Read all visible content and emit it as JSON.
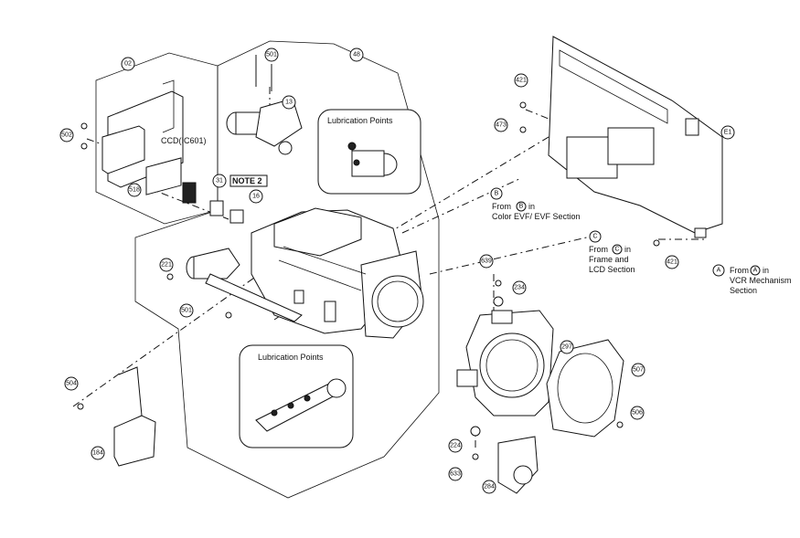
{
  "callouts": {
    "p02": "02",
    "p501a": "501",
    "p48": "48",
    "p13": "13",
    "p502": "502",
    "p518": "518",
    "p31": "31",
    "p16": "16",
    "p221": "221",
    "p501b": "501",
    "p42a": "421",
    "p42b": "421",
    "p473": "473",
    "pE1": "E1",
    "p639": "639",
    "p234": "234",
    "p297": "297",
    "p507": "507",
    "p506": "506",
    "p504": "504",
    "p184": "184",
    "p224": "224",
    "p633": "633",
    "p284": "284"
  },
  "labels": {
    "lube_top": "Lubrication Points",
    "lube_bottom": "Lubrication Points",
    "ccd": "CCD(IC601)",
    "note2": "NOTE 2",
    "from_b_1": "From",
    "from_b_2": "in",
    "from_b_3": "Color EVF/ EVF Section",
    "from_c_1": "From",
    "from_c_2": "in",
    "from_c_3": "Frame and",
    "from_c_4": "LCD Section",
    "from_a_1": "From",
    "from_a_2": "in",
    "from_a_3": "VCR Mechanism",
    "from_a_4": "Section",
    "letter_a": "A",
    "letter_b": "B",
    "letter_c": "C"
  }
}
